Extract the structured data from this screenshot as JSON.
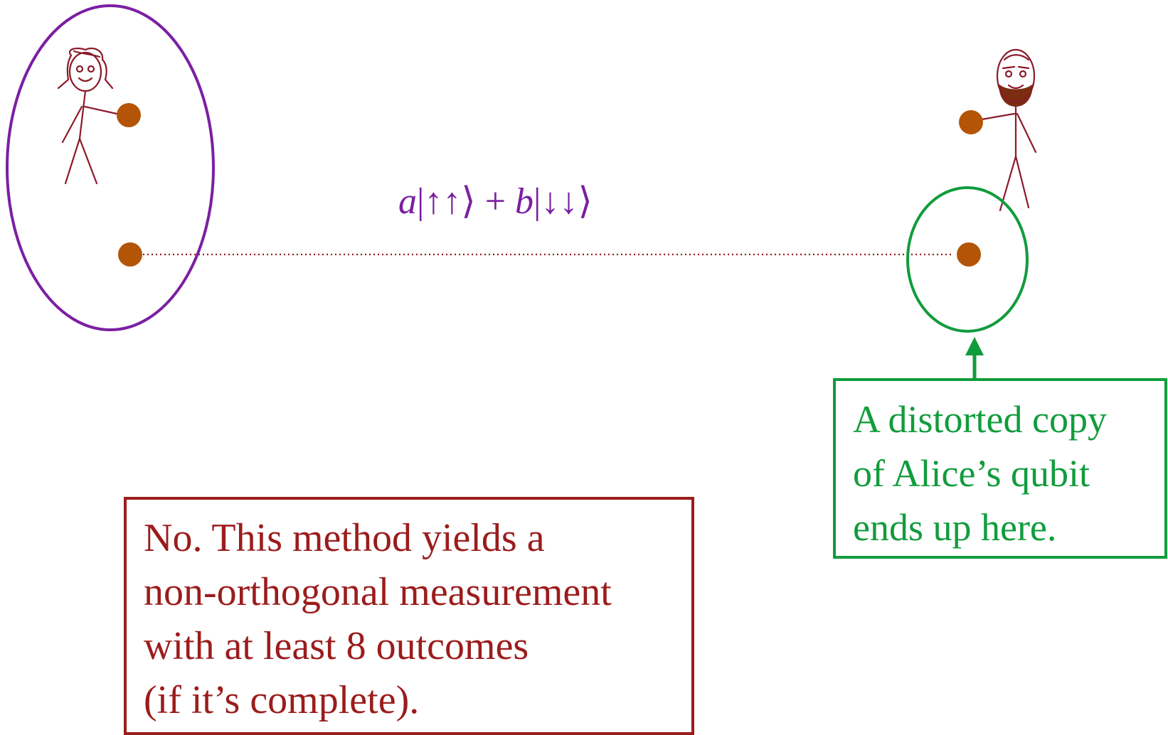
{
  "colors": {
    "purple": "#7b1fa2",
    "green": "#119c3c",
    "darkred": "#9b1c1c",
    "stickfigure": "#8b1a2a",
    "particle": "#b35406",
    "beard": "#7a2d10"
  },
  "figures": {
    "alice": {
      "icon": "stick-figure-with-long-hair"
    },
    "bob": {
      "icon": "stick-figure-with-beard"
    }
  },
  "state": {
    "a": "a",
    "up_ket": "|↑↑⟩",
    "plus": "+",
    "b": "b",
    "down_ket": "|↓↓⟩"
  },
  "copy_note": {
    "lines": [
      "A distorted copy",
      "of Alice’s qubit",
      "ends up here."
    ]
  },
  "answer_note": {
    "lines": [
      "No.  This method yields a",
      "non-orthogonal measurement",
      "with at least 8 outcomes",
      "(if it’s complete)."
    ]
  }
}
